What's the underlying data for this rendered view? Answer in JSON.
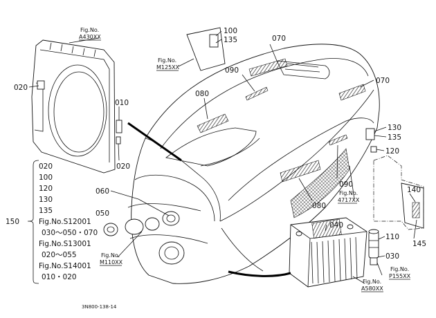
{
  "drawing_code": "3N800-138-14",
  "fig_prefix": "Fig.No.",
  "fig_refs": {
    "a430": "A430XX",
    "m125": "M125XX",
    "m110": "M110XX",
    "f4717": "4717XX",
    "a580": "A580XX",
    "p155": "P155XX"
  },
  "callouts": {
    "c020_left": "020",
    "c010": "010",
    "c020_right": "020",
    "c100": "100",
    "c135_top": "135",
    "c070_top": "070",
    "c090_top": "090",
    "c070_right": "070",
    "c080_top": "080",
    "c130": "130",
    "c135_right": "135",
    "c120": "120",
    "c060": "060",
    "c050": "050",
    "c090_mid": "090",
    "c080_mid": "080",
    "c040": "040",
    "c140": "140",
    "c145": "145",
    "c110": "110",
    "c030": "030",
    "c150": "150"
  },
  "bracket_list": {
    "items": [
      "020",
      "100",
      "120",
      "130",
      "135"
    ],
    "fig_s12001": "Fig.No.S12001",
    "s12001_sub": "030～050・070",
    "fig_s13001": "Fig.No.S13001",
    "s13001_sub": "020～055",
    "fig_s14001": "Fig.No.S14001",
    "s14001_sub": "010・020"
  }
}
